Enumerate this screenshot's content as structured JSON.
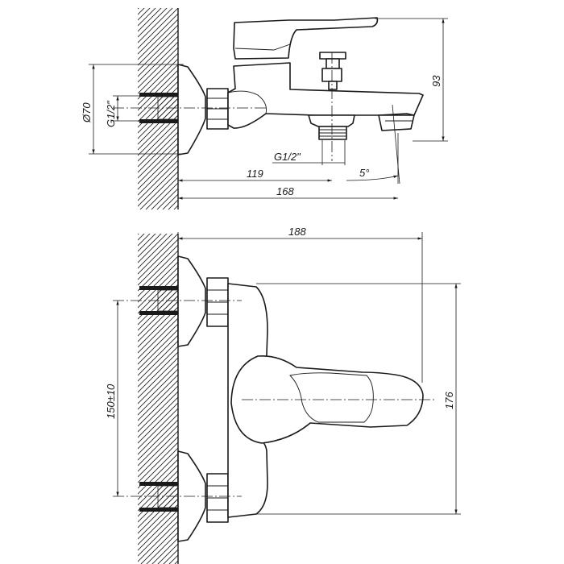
{
  "side_view": {
    "diameter_label": "Ø70",
    "wall_thread_label": "G1/2\"",
    "height_label": "93",
    "outlet_thread_label": "G1/2\"",
    "angle_label": "5°",
    "outlet_distance_label": "119",
    "spout_length_label": "168"
  },
  "front_view": {
    "width_label": "188",
    "center_distance_label": "150±10",
    "height_label": "176"
  },
  "colors": {
    "line": "#1a1a1a",
    "background": "#ffffff"
  }
}
